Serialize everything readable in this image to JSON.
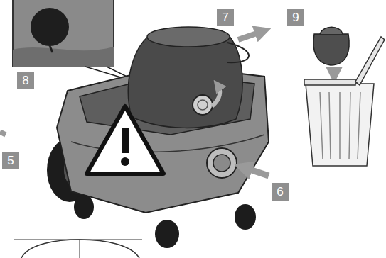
{
  "diagram": {
    "labels": [
      "7",
      "9",
      "8",
      "5",
      "6"
    ]
  }
}
